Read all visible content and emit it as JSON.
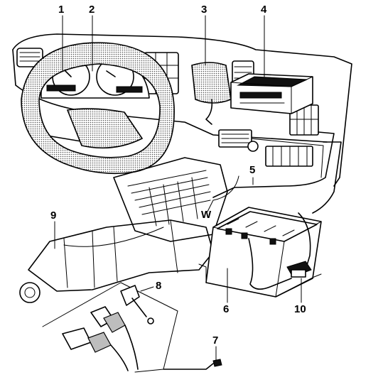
{
  "callouts": [
    {
      "id": "1",
      "text": "1"
    },
    {
      "id": "2",
      "text": "2"
    },
    {
      "id": "3",
      "text": "3"
    },
    {
      "id": "4",
      "text": "4"
    },
    {
      "id": "5",
      "text": "5"
    },
    {
      "id": "6",
      "text": "6"
    },
    {
      "id": "7",
      "text": "7"
    },
    {
      "id": "8",
      "text": "8"
    },
    {
      "id": "9",
      "text": "9"
    },
    {
      "id": "10",
      "text": "10"
    },
    {
      "id": "w",
      "text": "W"
    }
  ]
}
